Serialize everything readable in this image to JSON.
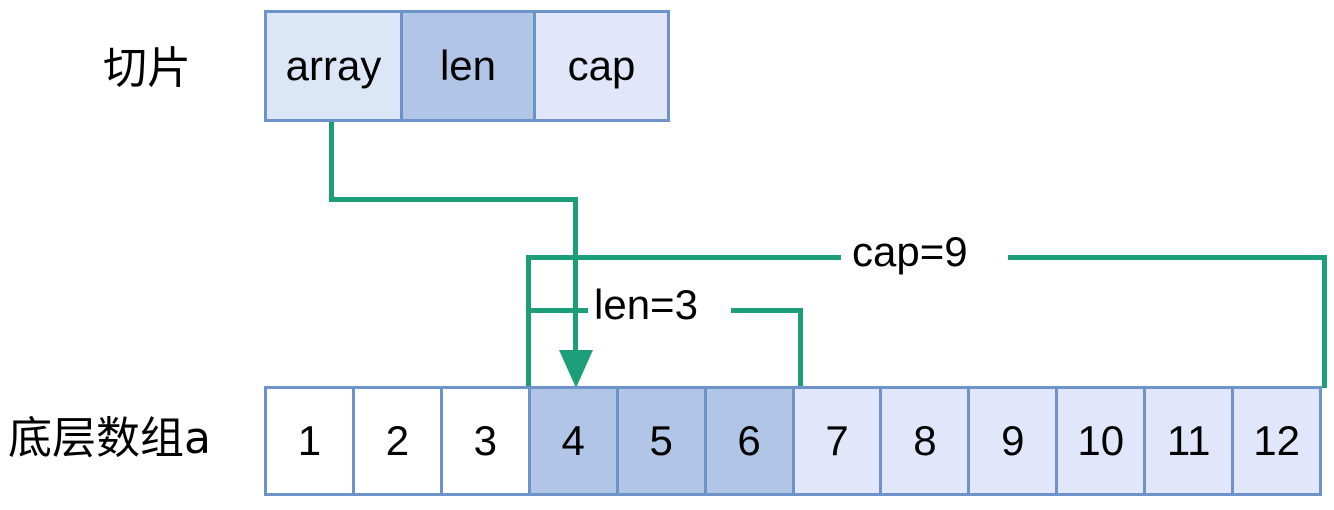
{
  "diagram": {
    "title_labels": {
      "slice": "切片",
      "underlying_array": "底层数组a"
    },
    "slice_struct": {
      "fields": [
        {
          "label": "array",
          "fill": "#dbe6f7"
        },
        {
          "label": "len",
          "fill": "#b1c5e7"
        },
        {
          "label": "cap",
          "fill": "#e2e6fa"
        }
      ]
    },
    "underlying_array": {
      "cells": [
        {
          "value": "1",
          "region": "outside-before"
        },
        {
          "value": "2",
          "region": "outside-before"
        },
        {
          "value": "3",
          "region": "outside-before"
        },
        {
          "value": "4",
          "region": "len"
        },
        {
          "value": "5",
          "region": "len"
        },
        {
          "value": "6",
          "region": "len"
        },
        {
          "value": "7",
          "region": "cap"
        },
        {
          "value": "8",
          "region": "cap"
        },
        {
          "value": "9",
          "region": "cap"
        },
        {
          "value": "10",
          "region": "cap"
        },
        {
          "value": "11",
          "region": "cap"
        },
        {
          "value": "12",
          "region": "cap"
        }
      ]
    },
    "annotations": {
      "cap": "cap=9",
      "len": "len=3"
    },
    "colors": {
      "cell_border": "#6e93c8",
      "cell_fill_dark": "#b1c5e7",
      "cell_fill_light": "#e2e6fa",
      "cell_fill_white": "#ffffff",
      "connector_green": "#1c9e78",
      "text": "#000000"
    }
  }
}
